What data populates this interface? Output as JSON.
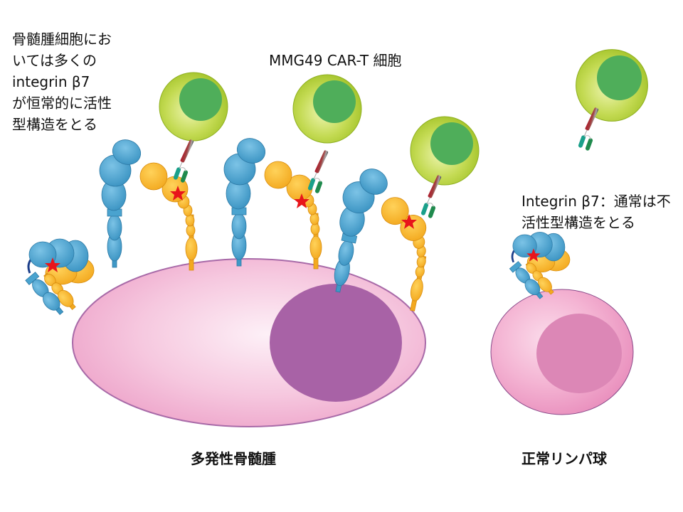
{
  "annotations": {
    "myeloma_note": "骨髄腫細胞にお\nいては多くの\nintegrin β7\nが恒常的に活性\n型構造をとる",
    "cart_title": "MMG49 CAR-T 細胞",
    "normal_note": "Integrin β7：通常は不\n活性型構造をとる"
  },
  "captions": {
    "myeloma": "多発性骨髄腫",
    "lymphocyte": "正常リンパ球"
  },
  "colors": {
    "cart_cell_outer": "#a8c82a",
    "cart_cell_nucleus": "#4fae5a",
    "integrin_alpha": "#4aa3cf",
    "integrin_beta7": "#f6b52a",
    "epitope_star": "#e8151b",
    "myeloma_cell": "#f2b6d4",
    "myeloma_nucleus": "#a862a6",
    "lymphocyte_cell": "#ef9ec6",
    "lymphocyte_nucleus": "#dc87b6",
    "car_receptor_teal": "#1aa08a",
    "car_receptor_green": "#1f8a4d"
  }
}
